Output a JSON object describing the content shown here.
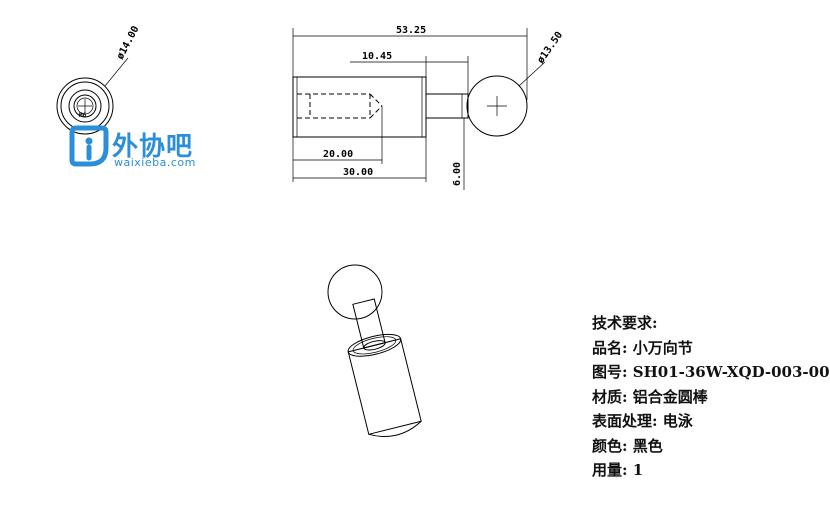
{
  "logo": {
    "brand": "外协吧",
    "url": "waixieba.com",
    "color": "#2a8fd8",
    "icon": "waixieba-logo-icon"
  },
  "dimensions": {
    "d_end": "ø14.00",
    "d_ball": "ø13.50",
    "overall": "53.25",
    "neck_len": "10.45",
    "hole_depth": "20.00",
    "body_len": "30.00",
    "neck_dia": "6.00",
    "thread": "M6"
  },
  "tech": {
    "title": "技术要求:",
    "name": "品名: 小万向节",
    "drawing_no": "图号: SH01-36W-XQD-003-00",
    "material": "材质: 铝合金圆棒",
    "surface": "表面处理: 电泳",
    "color": "颜色: 黑色",
    "qty": "用量: 1"
  }
}
